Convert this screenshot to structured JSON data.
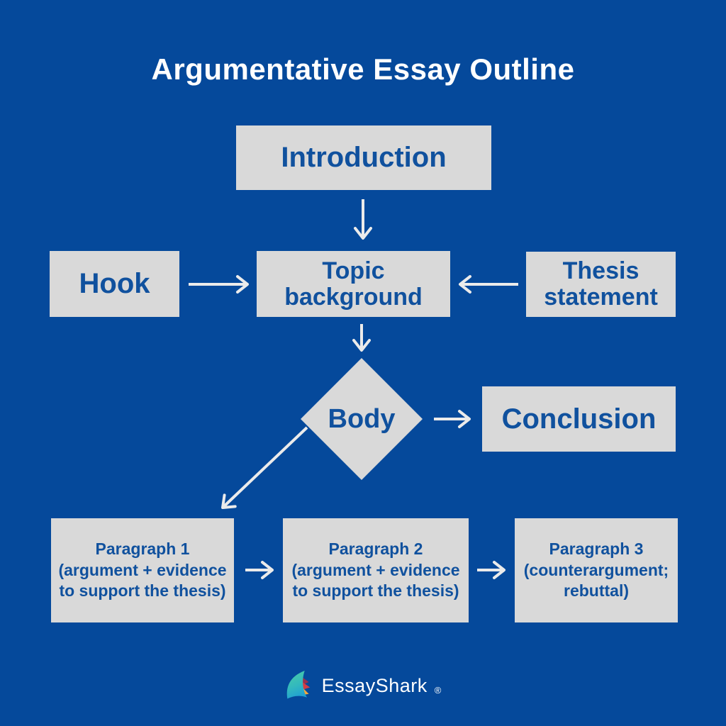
{
  "page": {
    "title": "Argumentative Essay Outline"
  },
  "colors": {
    "background": "#05499b",
    "node_fill": "#d9d9d9",
    "node_text": "#10519e",
    "title_text": "#ffffff",
    "arrow": "#ebebeb",
    "logo_teal": "#3fc3ae",
    "logo_cyan": "#1f9fd4",
    "logo_maroon": "#9a2f4d",
    "logo_red": "#d33c44",
    "logo_orange": "#f4a63a"
  },
  "nodes": {
    "introduction": {
      "label": "Introduction",
      "shape": "rect"
    },
    "hook": {
      "label": "Hook",
      "shape": "rect"
    },
    "topic_background": {
      "lines": [
        "Topic",
        "background"
      ],
      "shape": "rect"
    },
    "thesis_statement": {
      "lines": [
        "Thesis",
        "statement"
      ],
      "shape": "rect"
    },
    "body": {
      "label": "Body",
      "shape": "diamond"
    },
    "conclusion": {
      "label": "Conclusion",
      "shape": "rect"
    },
    "paragraph_1": {
      "lines": [
        "Paragraph 1",
        "(argument + evidence",
        "to support the thesis)"
      ],
      "shape": "rect"
    },
    "paragraph_2": {
      "lines": [
        "Paragraph 2",
        "(argument + evidence",
        "to support the thesis)"
      ],
      "shape": "rect"
    },
    "paragraph_3": {
      "lines": [
        "Paragraph 3",
        "(counterargument;",
        "rebuttal)"
      ],
      "shape": "rect"
    }
  },
  "edges": [
    {
      "from": "introduction",
      "to": "topic_background",
      "direction": "down"
    },
    {
      "from": "hook",
      "to": "topic_background",
      "direction": "right"
    },
    {
      "from": "thesis_statement",
      "to": "topic_background",
      "direction": "left"
    },
    {
      "from": "topic_background",
      "to": "body",
      "direction": "down"
    },
    {
      "from": "body",
      "to": "conclusion",
      "direction": "right"
    },
    {
      "from": "body",
      "to": "paragraph_1",
      "direction": "down-left"
    },
    {
      "from": "paragraph_1",
      "to": "paragraph_2",
      "direction": "right"
    },
    {
      "from": "paragraph_2",
      "to": "paragraph_3",
      "direction": "right"
    }
  ],
  "footer": {
    "brand": "EssayShark",
    "registered_mark": "®",
    "logo_icon": "shark-fin-icon"
  }
}
